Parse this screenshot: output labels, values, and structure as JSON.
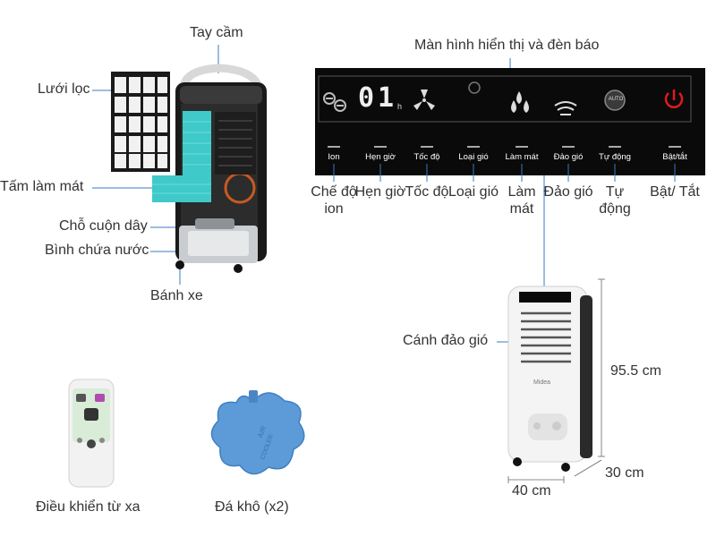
{
  "left_callouts": {
    "handle": "Tay cầm",
    "filter_mesh": "Lưới lọc",
    "cooling_pad": "Tấm làm mát",
    "cord_wrap": "Chỗ cuộn dây",
    "water_tank": "Bình chứa nước",
    "wheels": "Bánh xe"
  },
  "panel": {
    "title": "Màn hình hiển thị và đèn báo",
    "display_digits": "01",
    "display_unit": "h",
    "auto_icon_text": "AUTO",
    "buttons": [
      {
        "label": "Ion",
        "desc": "Chế độ ion"
      },
      {
        "label": "Hẹn giờ",
        "desc": "Hẹn giờ"
      },
      {
        "label": "Tốc độ",
        "desc": "Tốc độ"
      },
      {
        "label": "Loại gió",
        "desc": "Loại gió"
      },
      {
        "label": "Làm mát",
        "desc": "Làm mát"
      },
      {
        "label": "Đảo gió",
        "desc": "Đảo gió"
      },
      {
        "label": "Tự động",
        "desc": "Tự động"
      },
      {
        "label": "Bật/tắt",
        "desc": "Bật/ Tắt"
      }
    ]
  },
  "product": {
    "louver_label": "Cánh đảo gió",
    "brand": "Midea",
    "height": "95.5 cm",
    "depth": "30 cm",
    "width": "40 cm"
  },
  "accessories": {
    "remote_label": "Điều khiển từ xa",
    "ice_label": "Đá khô (x2)",
    "ice_text_1": "AIR",
    "ice_text_2": "COOLER"
  },
  "colors": {
    "panel_bg": "#0a0a0a",
    "power_red": "#e01b1b",
    "pad_teal": "#3fc9c9",
    "callout_line": "#3a78c2"
  }
}
